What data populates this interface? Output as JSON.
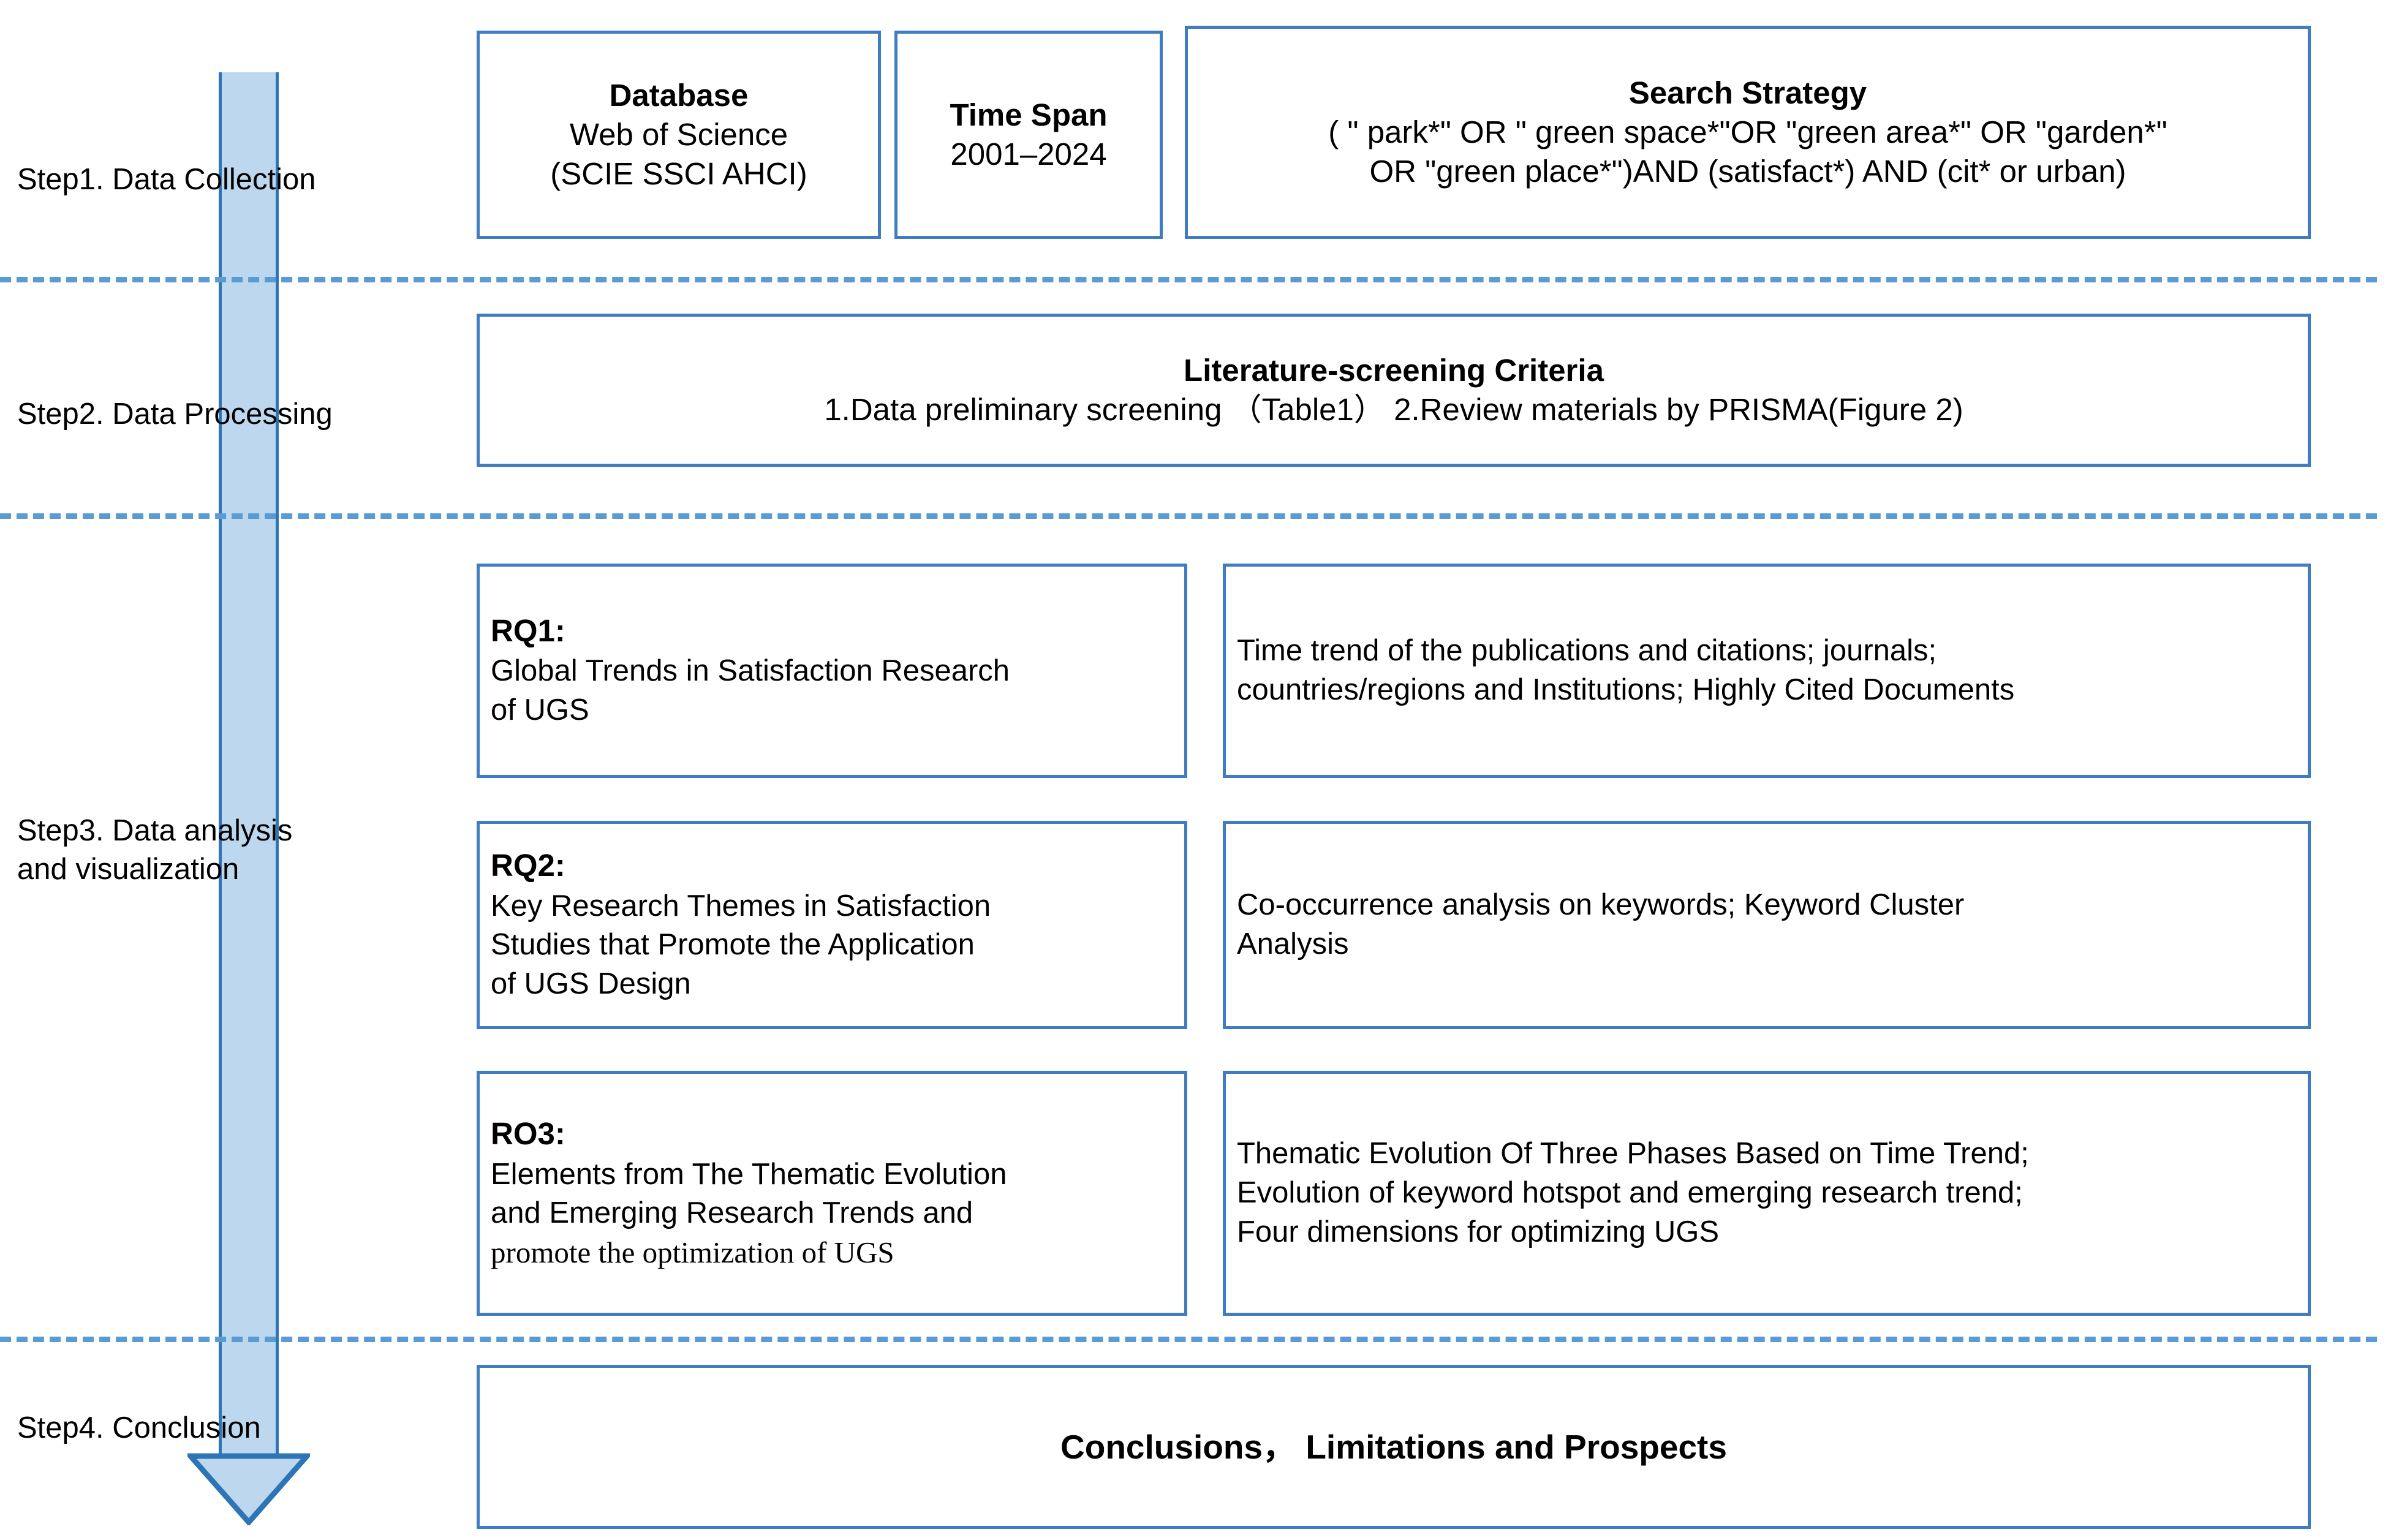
{
  "colors": {
    "box_border": "#3E7DBF",
    "arrow_fill": "#BDD7EE",
    "arrow_stroke": "#2E75B6",
    "divider": "#5B9BD5"
  },
  "steps": [
    {
      "id": "step1",
      "label": "Step1. Data Collection"
    },
    {
      "id": "step2",
      "label": "Step2. Data Processing"
    },
    {
      "id": "step3",
      "label": "Step3. Data analysis\nand visualization"
    },
    {
      "id": "step4",
      "label": "Step4. Conclusion"
    }
  ],
  "row1": {
    "database": {
      "title": "Database",
      "line1": "Web of Science",
      "line2": "(SCIE SSCI AHCI)"
    },
    "timespan": {
      "title": "Time Span",
      "line1": "2001–2024"
    },
    "search": {
      "title": "Search Strategy",
      "line1": "( \" park*\" OR \" green space*\"OR \"green area*\" OR \"garden*\"",
      "line2": "OR \"green place*\")AND (satisfact*) AND (cit* or urban)"
    }
  },
  "row2": {
    "screening": {
      "title": "Literature-screening Criteria",
      "line1": "1.Data preliminary screening （Table1） 2.Review materials by PRISMA(Figure 2)"
    }
  },
  "row3": {
    "rq1": {
      "key": "RQ1:",
      "question": "Global Trends in Satisfaction Research\nof UGS",
      "output": "Time trend of the publications and citations; journals;\ncountries/regions and Institutions; Highly Cited Documents"
    },
    "rq2": {
      "key": "RQ2:",
      "question": "Key Research Themes in Satisfaction\nStudies that Promote the Application\nof UGS Design",
      "output": "Co-occurrence analysis on keywords; Keyword Cluster\nAnalysis"
    },
    "rq3": {
      "key": "RO3:",
      "question_a": "Elements from The Thematic Evolution\nand Emerging Research Trends and",
      "question_b": "promote the optimization of UGS",
      "output": "Thematic Evolution Of Three Phases Based on Time Trend;\nEvolution of keyword hotspot and emerging research trend;\nFour dimensions for optimizing UGS"
    }
  },
  "row4": {
    "conclusion": "Conclusions， Limitations and Prospects"
  }
}
